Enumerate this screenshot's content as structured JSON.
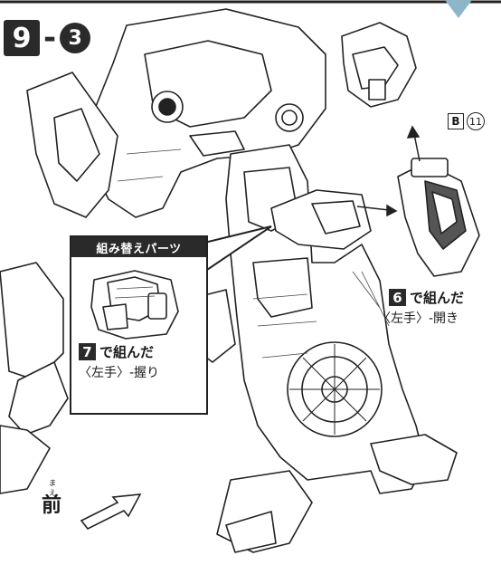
{
  "step": {
    "main": "9",
    "sub": "3"
  },
  "part_ref": {
    "runner": "B",
    "number": "11"
  },
  "callout": {
    "title": "組み替えパーツ",
    "step_number": "7",
    "line1": "で組んだ",
    "line2": "〈左手〉-握り"
  },
  "note_right": {
    "step_number": "6",
    "line1": "で組んだ",
    "line2": "〈左手〉-開き"
  },
  "front": {
    "label": "前",
    "ruby": "まえ"
  }
}
